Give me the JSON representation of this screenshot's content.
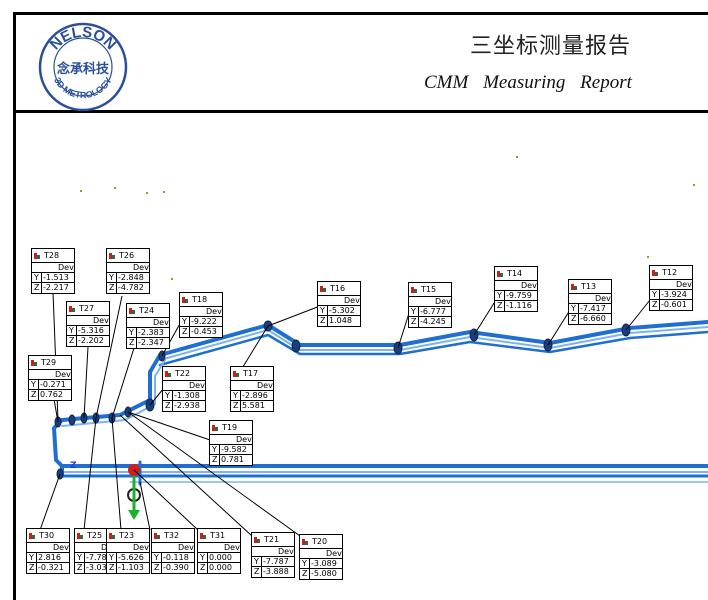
{
  "header": {
    "company_name": "NELSON",
    "company_cn": "念承科技",
    "company_sub": "3D METROLOGY",
    "title_cn": "三坐标测量报告",
    "title_en": "CMM   Measuring   Report"
  },
  "labels": [
    {
      "name": "T28",
      "dev": "Dev",
      "y": "-1.513",
      "z": "-2.217"
    },
    {
      "name": "T27",
      "dev": "Dev",
      "y": "-5.316",
      "z": "-2.202"
    },
    {
      "name": "T26",
      "dev": "Dev",
      "y": "-2.848",
      "z": "-4.782"
    },
    {
      "name": "T24",
      "dev": "Dev",
      "y": "-2.383",
      "z": "-2.347"
    },
    {
      "name": "T18",
      "dev": "Dev",
      "y": "-9.222",
      "z": "-0.453"
    },
    {
      "name": "T16",
      "dev": "Dev",
      "y": "-5.302",
      "z": "1.048"
    },
    {
      "name": "T15",
      "dev": "Dev",
      "y": "-6.777",
      "z": "-4.245"
    },
    {
      "name": "T14",
      "dev": "Dev",
      "y": "-9.759",
      "z": "-1.116"
    },
    {
      "name": "T13",
      "dev": "Dev",
      "y": "-7.417",
      "z": "-6.660"
    },
    {
      "name": "T12",
      "dev": "Dev",
      "y": "-3.924",
      "z": "-0.601"
    },
    {
      "name": "T29",
      "dev": "Dev",
      "y": "-0.271",
      "z": "0.762"
    },
    {
      "name": "T22",
      "dev": "Dev",
      "y": "-1.308",
      "z": "-2.938"
    },
    {
      "name": "T17",
      "dev": "Dev",
      "y": "-2.896",
      "z": "5.581"
    },
    {
      "name": "T19",
      "dev": "Dev",
      "y": "-9.582",
      "z": "0.781"
    },
    {
      "name": "T30",
      "dev": "Dev",
      "y": "2.816",
      "z": "-0.321"
    },
    {
      "name": "T25",
      "dev": "Dev",
      "y": "-7.786",
      "z": "-3.031"
    },
    {
      "name": "T23",
      "dev": "Dev",
      "y": "-5.626",
      "z": "-1.103"
    },
    {
      "name": "T32",
      "dev": "Dev",
      "y": "-0.118",
      "z": "-0.390"
    },
    {
      "name": "T31",
      "dev": "Dev",
      "y": "0.000",
      "z": "0.000"
    },
    {
      "name": "T21",
      "dev": "Dev",
      "y": "-7.787",
      "z": "-3.888"
    },
    {
      "name": "T20",
      "dev": "Dev",
      "y": "-3.089",
      "z": "-5.080"
    }
  ],
  "colors": {
    "part_blue": "#1f6fd0",
    "part_light": "#7fb3ee",
    "axis_green": "#19b32a",
    "axis_red": "#d0201a",
    "axis_blue": "#1a3fd6",
    "logo_blue": "#2a4f9a"
  }
}
